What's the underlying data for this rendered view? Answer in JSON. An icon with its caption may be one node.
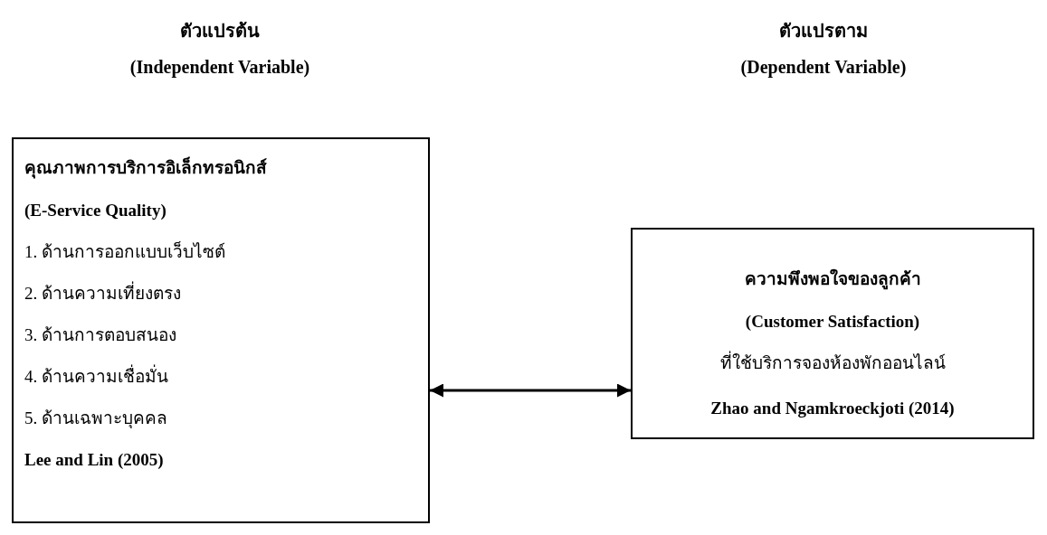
{
  "diagram": {
    "nodes": [
      {
        "text": [
          "คุณภาพการบริการอิเล็กทรอนิกส์",
          "(E-Service Quality)",
          "1. ด้านการออกแบบเว็บไซต์",
          "2. ด้านความเที่ยงตรง",
          "3. ด้านการตอบสนอง",
          "4. ด้านความเชื่อมั่น",
          "5. ด้านเฉพาะบุคคล",
          "Lee and Lin (2005)"
        ]
      },
      {
        "text": [
          "ความพึงพอใจของลูกค้า",
          "(Customer Satisfaction)",
          "ที่ใช้บริการจองห้องพักออนไลน์",
          "Zhao and Ngamkroeckjoti (2014)"
        ]
      }
    ],
    "edges": [
      {
        "from": 0,
        "to": 1,
        "arrow": "both"
      }
    ],
    "labels": [
      "ตัวแปรต้น",
      "(Independent Variable)",
      "ตัวแปรตาม",
      "(Dependent Variable)"
    ]
  }
}
